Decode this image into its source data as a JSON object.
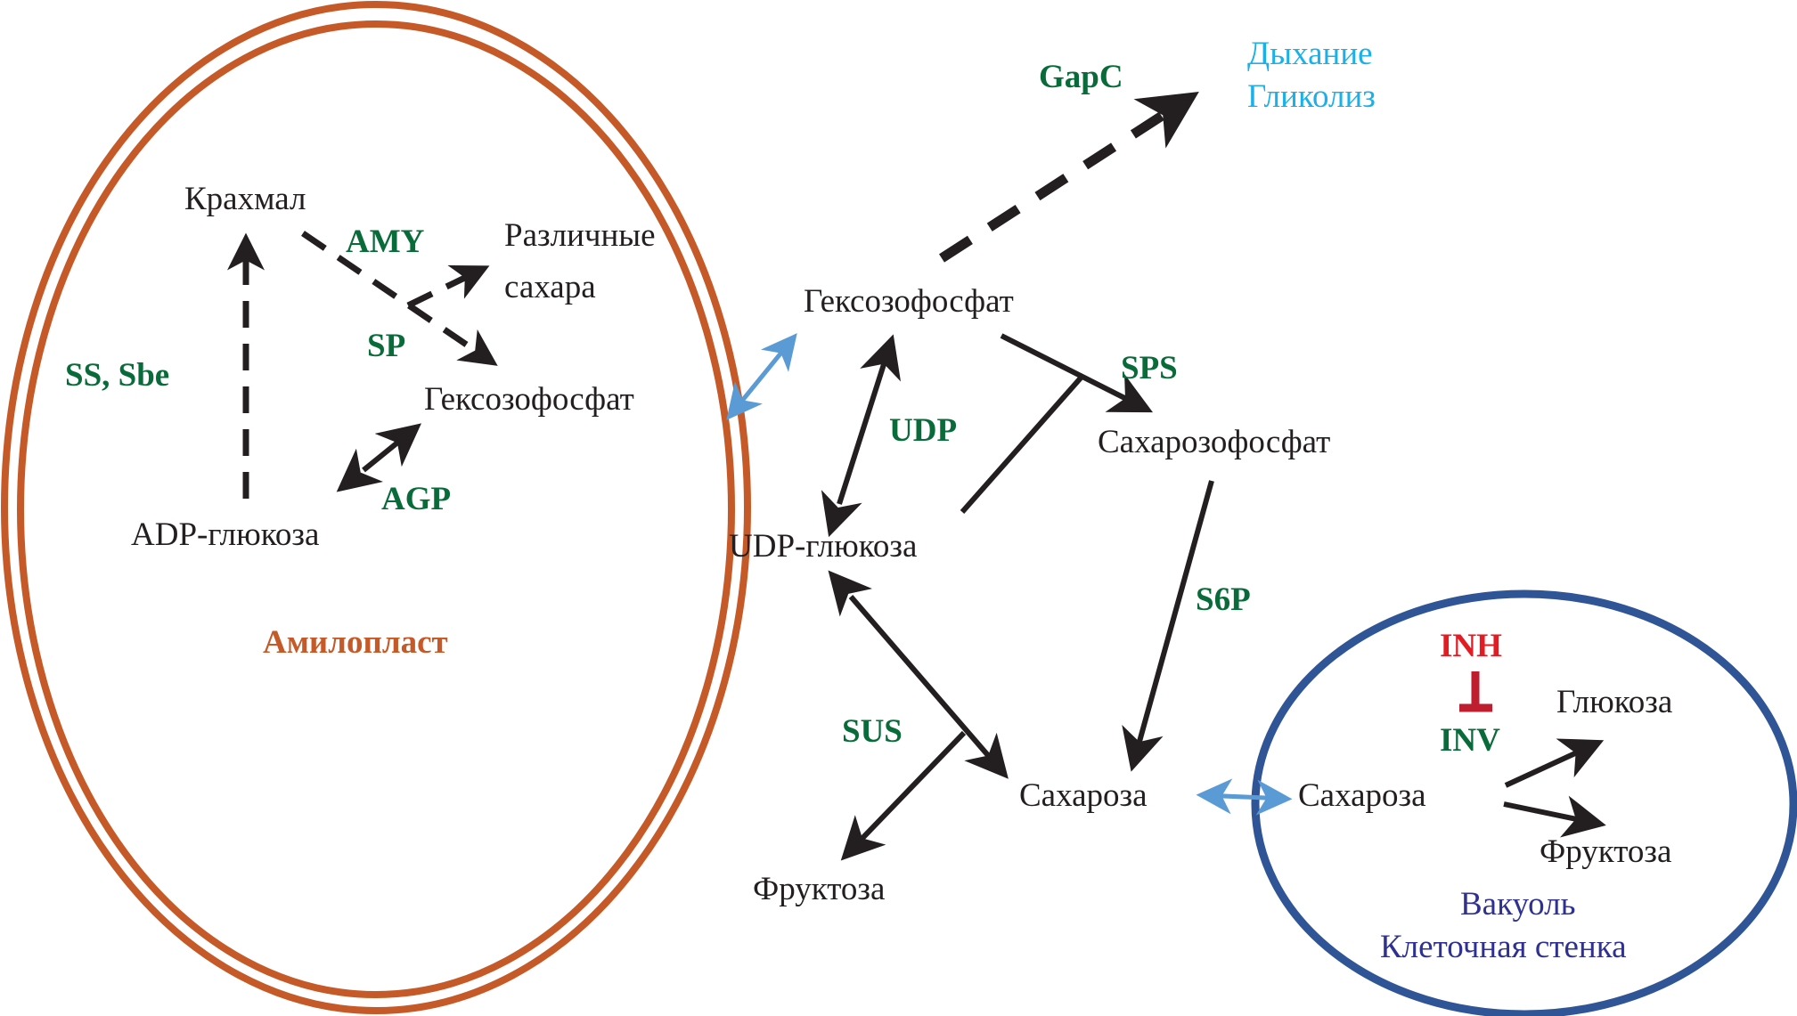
{
  "compartments": {
    "amyloplast": {
      "label": "Амилопласт",
      "color": "#c55a28"
    },
    "vacuole": {
      "label_line1": "Вакуоль",
      "label_line2": "Клеточная стенка",
      "color": "#2f5597",
      "label_color": "#2e3192"
    }
  },
  "metabolites": {
    "starch": "Крахмал",
    "various_sugars_line1": "Различные",
    "various_sugars_line2": "сахара",
    "hexose_phosphate_plastid": "Гексозофосфат",
    "adp_glucose": "ADP-глюкоза",
    "hexose_phosphate_cytosol": "Гексозофосфат",
    "udp_glucose": "UDP-глюкоза",
    "sucrose_phosphate": "Сахарозофосфат",
    "sucrose_cytosol": "Сахароза",
    "fructose_cytosol": "Фруктоза",
    "sucrose_vacuole": "Сахароза",
    "glucose_vacuole": "Глюкоза",
    "fructose_vacuole": "Фруктоза"
  },
  "outputs": {
    "respiration": "Дыхание",
    "glycolysis": "Гликолиз",
    "color": "#1ab0e8"
  },
  "enzymes": {
    "amy": "AMY",
    "sp": "SP",
    "ss_sbe": "SS, Sbe",
    "agp": "AGP",
    "gapc": "GapC",
    "udp": "UDP",
    "sps": "SPS",
    "s6p": "S6P",
    "sus": "SUS",
    "inv": "INV",
    "color": "#0a6b3a"
  },
  "inhibitors": {
    "inh": "INH",
    "color": "#e31b23"
  },
  "edges": [
    {
      "from": "ADP-глюкоза",
      "to": "Крахмал",
      "enzyme": "SS, Sbe",
      "style": "dashed"
    },
    {
      "from": "Крахмал",
      "to": "Гексозофосфат (plastid)",
      "enzyme": "AMY/SP",
      "style": "dashed"
    },
    {
      "from": "Крахмал",
      "to": "Различные сахара",
      "enzyme": "AMY",
      "style": "dashed"
    },
    {
      "from": "Гексозофосфат (plastid)",
      "to": "ADP-глюкоза",
      "enzyme": "AGP",
      "style": "bidirectional"
    },
    {
      "from": "Гексозофосфат (plastid)",
      "to": "Гексозофосфат (cytosol)",
      "style": "transport-bidirectional"
    },
    {
      "from": "Гексозофосфат (cytosol)",
      "to": "Дыхание/Гликолиз",
      "enzyme": "GapC",
      "style": "dashed"
    },
    {
      "from": "Гексозофосфат (cytosol)",
      "to": "UDP-глюкоза",
      "enzyme": "UDP",
      "style": "bidirectional"
    },
    {
      "from": "Гексозофосфат + UDP-глюкоза",
      "to": "Сахарозофосфат",
      "enzyme": "SPS",
      "style": "solid"
    },
    {
      "from": "Сахарозофосфат",
      "to": "Сахароза",
      "enzyme": "S6P",
      "style": "solid"
    },
    {
      "from": "UDP-глюкоза",
      "to": "Сахароза + Фруктоза",
      "enzyme": "SUS",
      "style": "bidirectional"
    },
    {
      "from": "Сахароза (cytosol)",
      "to": "Сахароза (vacuole)",
      "style": "transport-bidirectional"
    },
    {
      "from": "Сахароза (vacuole)",
      "to": "Глюкоза + Фруктоза",
      "enzyme": "INV",
      "style": "solid"
    },
    {
      "from": "INH",
      "to": "INV",
      "style": "inhibition"
    }
  ]
}
